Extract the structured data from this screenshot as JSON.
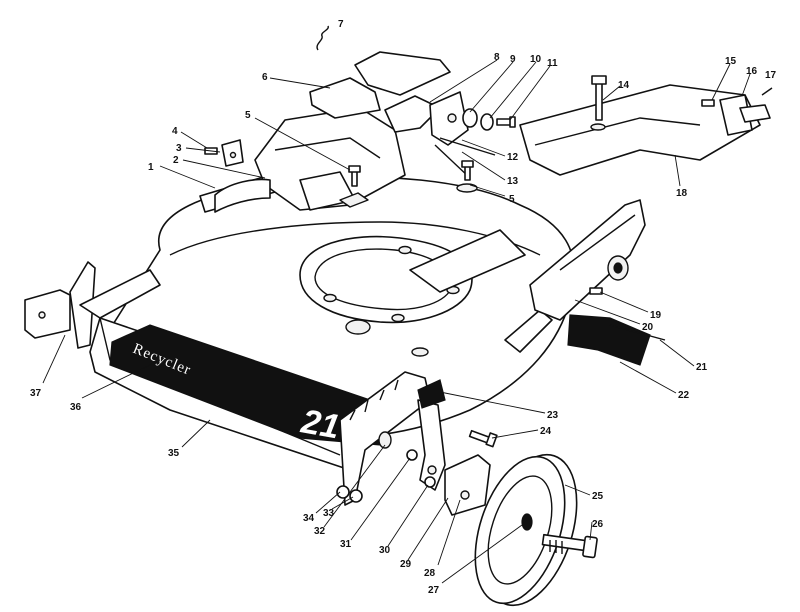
{
  "labels": [
    {
      "id": "1",
      "text": "1"
    },
    {
      "id": "2",
      "text": "2"
    },
    {
      "id": "3",
      "text": "3"
    },
    {
      "id": "4",
      "text": "4"
    },
    {
      "id": "5a",
      "text": "5"
    },
    {
      "id": "5b",
      "text": "5"
    },
    {
      "id": "6",
      "text": "6"
    },
    {
      "id": "7",
      "text": "7"
    },
    {
      "id": "8",
      "text": "8"
    },
    {
      "id": "9",
      "text": "9"
    },
    {
      "id": "10",
      "text": "10"
    },
    {
      "id": "11",
      "text": "11"
    },
    {
      "id": "12",
      "text": "12"
    },
    {
      "id": "13",
      "text": "13"
    },
    {
      "id": "14",
      "text": "14"
    },
    {
      "id": "15",
      "text": "15"
    },
    {
      "id": "16",
      "text": "16"
    },
    {
      "id": "17",
      "text": "17"
    },
    {
      "id": "18",
      "text": "18"
    },
    {
      "id": "19",
      "text": "19"
    },
    {
      "id": "20",
      "text": "20"
    },
    {
      "id": "21",
      "text": "21"
    },
    {
      "id": "22",
      "text": "22"
    },
    {
      "id": "23",
      "text": "23"
    },
    {
      "id": "24",
      "text": "24"
    },
    {
      "id": "25",
      "text": "25"
    },
    {
      "id": "26",
      "text": "26"
    },
    {
      "id": "27",
      "text": "27"
    },
    {
      "id": "28",
      "text": "28"
    },
    {
      "id": "29",
      "text": "29"
    },
    {
      "id": "30",
      "text": "30"
    },
    {
      "id": "31",
      "text": "31"
    },
    {
      "id": "32",
      "text": "32"
    },
    {
      "id": "33",
      "text": "33"
    },
    {
      "id": "34",
      "text": "34"
    },
    {
      "id": "35",
      "text": "35"
    },
    {
      "id": "36",
      "text": "36"
    },
    {
      "id": "37",
      "text": "37"
    }
  ],
  "deck_decal": {
    "brand": "Recycler",
    "size": "21"
  }
}
